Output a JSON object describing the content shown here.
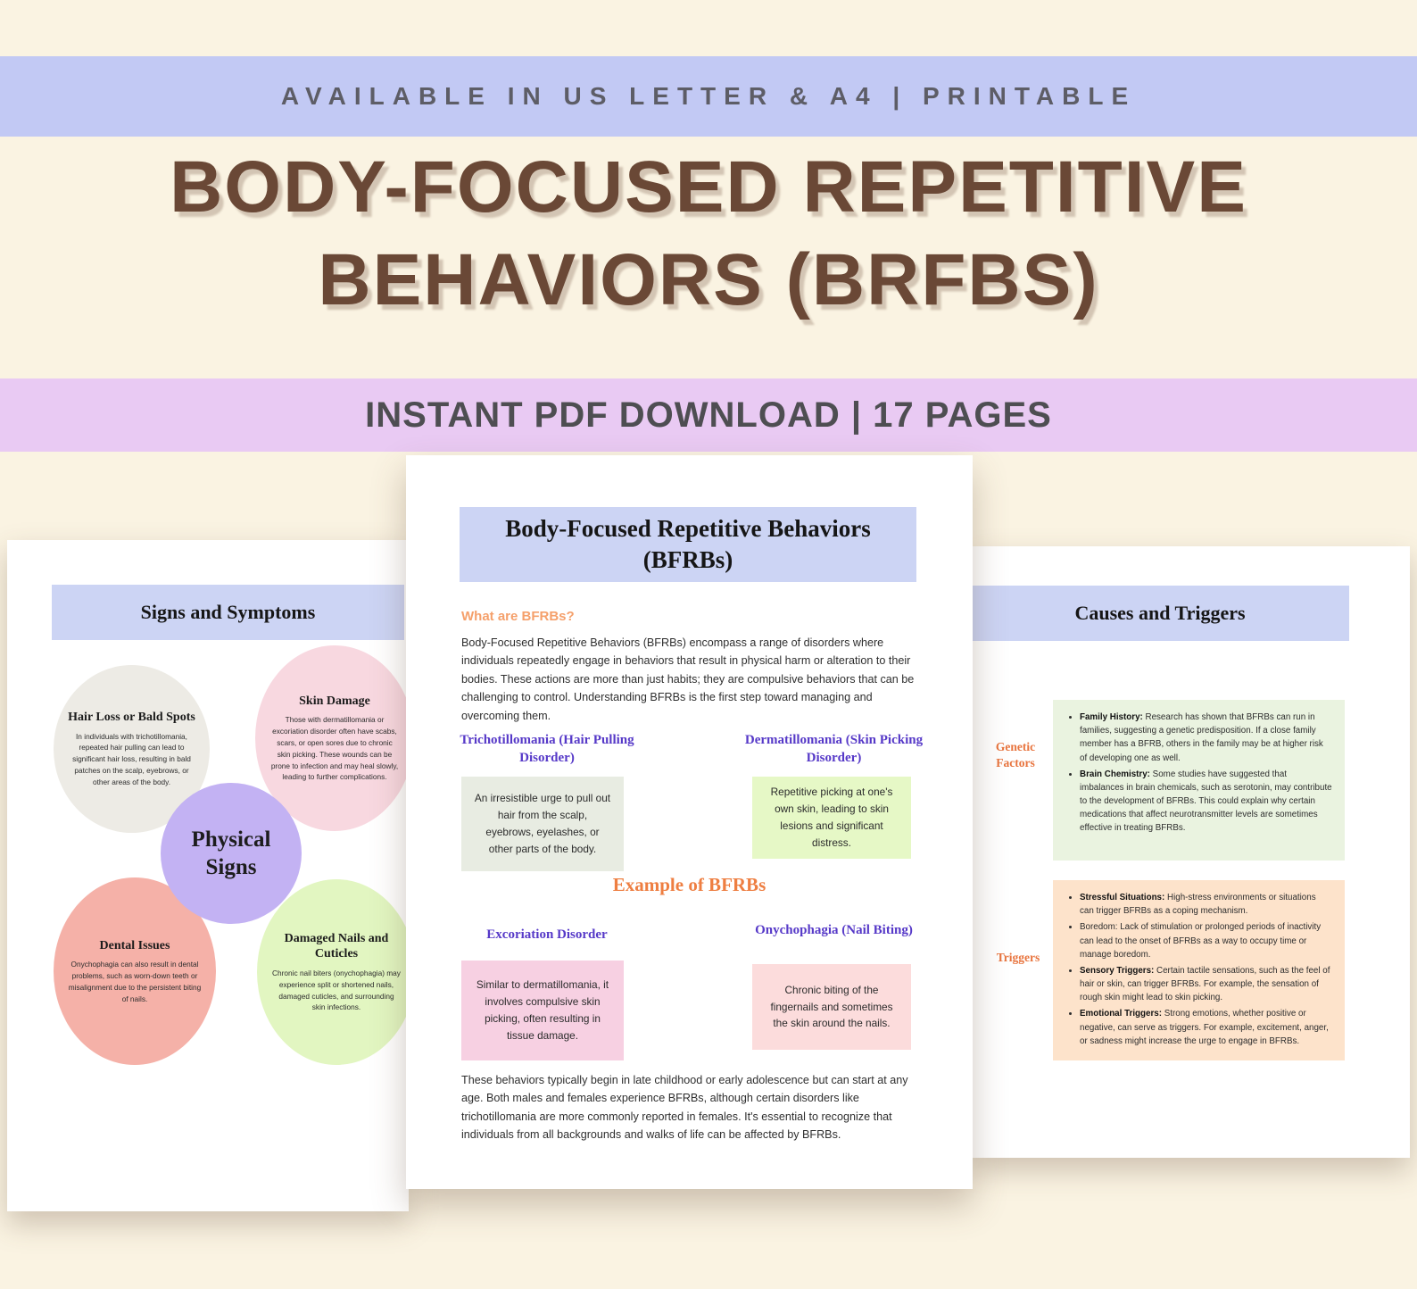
{
  "banner": {
    "availability": "AVAILABLE IN US LETTER & A4 | PRINTABLE",
    "title_line1": "BODY-FOCUSED REPETITIVE",
    "title_line2": "BEHAVIORS (BRFBS)",
    "download": "INSTANT PDF DOWNLOAD | 17 PAGES"
  },
  "colors": {
    "cream_background": "#faf3e2",
    "banner_lavender": "#c2c9f4",
    "strip_lilac": "#e9caf3",
    "title_brown": "#6a4836",
    "header_lavender": "#ccd4f4",
    "accent_orange": "#ee7e41",
    "accent_purple": "#5639c8"
  },
  "left_page": {
    "header": "Signs and Symptoms",
    "center_circle": "Physical Signs",
    "circles": [
      {
        "title": "Hair Loss or Bald Spots",
        "body": "In individuals with trichotillomania, repeated hair pulling can lead to significant hair loss, resulting in bald patches on the scalp, eyebrows, or other areas of the body."
      },
      {
        "title": "Skin Damage",
        "body": "Those with dermatillomania or excoriation disorder often have scabs, scars, or open sores due to chronic skin picking. These wounds can be prone to infection and may heal slowly, leading to further complications."
      },
      {
        "title": "Dental Issues",
        "body": "Onychophagia can also result in dental problems, such as worn-down teeth or misalignment due to the persistent biting of nails."
      },
      {
        "title": "Damaged Nails and Cuticles",
        "body": "Chronic nail biters (onychophagia) may experience split or shortened nails, damaged cuticles, and surrounding skin infections."
      }
    ]
  },
  "center_page": {
    "header": "Body-Focused Repetitive Behaviors (BFRBs)",
    "intro_heading": "What are BFRBs?",
    "intro_text": "Body-Focused Repetitive Behaviors (BFRBs) encompass a range of disorders where individuals repeatedly engage in behaviors that result in physical harm or alteration to their bodies. These actions are more than just habits; they are compulsive behaviors that can be challenging to control. Understanding BFRBs is the first step toward managing and overcoming them.",
    "example_label": "Example of BFRBs",
    "sections": [
      {
        "title": "Trichotillomania (Hair Pulling Disorder)",
        "body": "An irresistible urge to pull out hair from the scalp, eyebrows, eyelashes, or other parts of the body."
      },
      {
        "title": "Dermatillomania (Skin Picking Disorder)",
        "body": "Repetitive picking at one's own skin, leading to skin lesions and significant distress."
      },
      {
        "title": "Excoriation Disorder",
        "body": "Similar to dermatillomania, it involves compulsive skin picking, often resulting in tissue damage."
      },
      {
        "title": "Onychophagia (Nail Biting)",
        "body": "Chronic biting of the fingernails and sometimes the skin around the nails."
      }
    ],
    "outro_text": "These behaviors typically begin in late childhood or early adolescence but can start at any age. Both males and females experience BFRBs, although certain disorders like trichotillomania are more commonly reported in females. It's essential to recognize that individuals from all backgrounds and walks of life can be affected by BFRBs."
  },
  "right_page": {
    "header": "Causes and Triggers",
    "genetic_label": "Genetic Factors",
    "triggers_label": "Triggers",
    "genetic_bullets": [
      {
        "label": "Family History:",
        "text": " Research has shown that BFRBs can run in families, suggesting a genetic predisposition. If a close family member has a BFRB, others in the family may be at higher risk of developing one as well."
      },
      {
        "label": "Brain Chemistry:",
        "text": " Some studies have suggested that imbalances in brain chemicals, such as serotonin, may contribute to the development of BFRBs. This could explain why certain medications that affect neurotransmitter levels are sometimes effective in treating BFRBs."
      }
    ],
    "trigger_bullets": [
      {
        "label": "Stressful Situations:",
        "text": " High-stress environments or situations can trigger BFRBs as a coping mechanism."
      },
      {
        "label": "",
        "text": "Boredom: Lack of stimulation or prolonged periods of inactivity can lead to the onset of BFRBs as a way to occupy time or manage boredom."
      },
      {
        "label": "Sensory Triggers:",
        "text": " Certain tactile sensations, such as the feel of hair or skin, can trigger BFRBs. For example, the sensation of rough skin might lead to skin picking."
      },
      {
        "label": "Emotional Triggers:",
        "text": " Strong emotions, whether positive or negative, can serve as triggers. For example, excitement, anger, or sadness might increase the urge to engage in BFRBs."
      }
    ]
  }
}
